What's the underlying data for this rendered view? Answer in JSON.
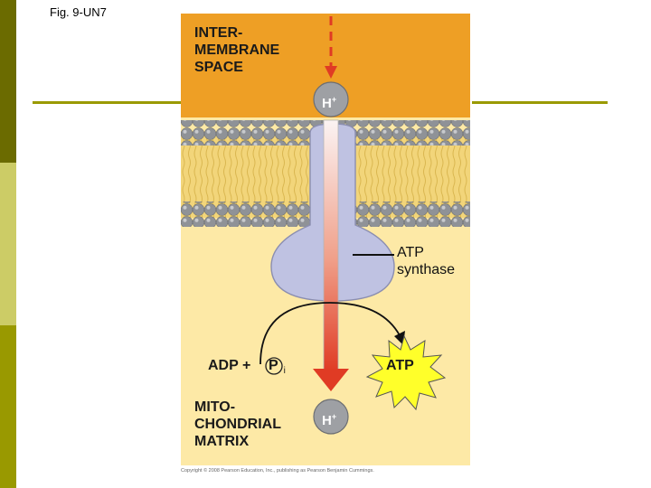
{
  "figure_label": "Fig. 9-UN7",
  "labels": {
    "intermembrane_space": [
      "INTER-",
      "MEMBRANE",
      "SPACE"
    ],
    "hydrogen_ion_top": "H",
    "hydrogen_ion_bottom": "H",
    "ion_charge": "+",
    "atp_synthase": [
      "ATP",
      "synthase"
    ],
    "adp_plus": "ADP +",
    "phosphate": "P",
    "phosphate_subscript": "i",
    "atp": "ATP",
    "mitochondrial_matrix": [
      "MITO-",
      "CHONDRIAL",
      "MATRIX"
    ]
  },
  "copyright": "Copyright © 2008 Pearson Education, Inc., publishing as Pearson Benjamin Cummings.",
  "colors": {
    "intermembrane": "#ee9f25",
    "matrix": "#fde9a6",
    "membrane_tails": "#f2d57a",
    "membrane_heads": "#8f9297",
    "synthase": "#bfc2e2",
    "proton_arrow": "#e03b24",
    "atp_burst": "#ffff2a",
    "side_bar_dark": "#6b6b00",
    "side_bar_light": "#cccc66",
    "rule": "#9a9a00"
  }
}
